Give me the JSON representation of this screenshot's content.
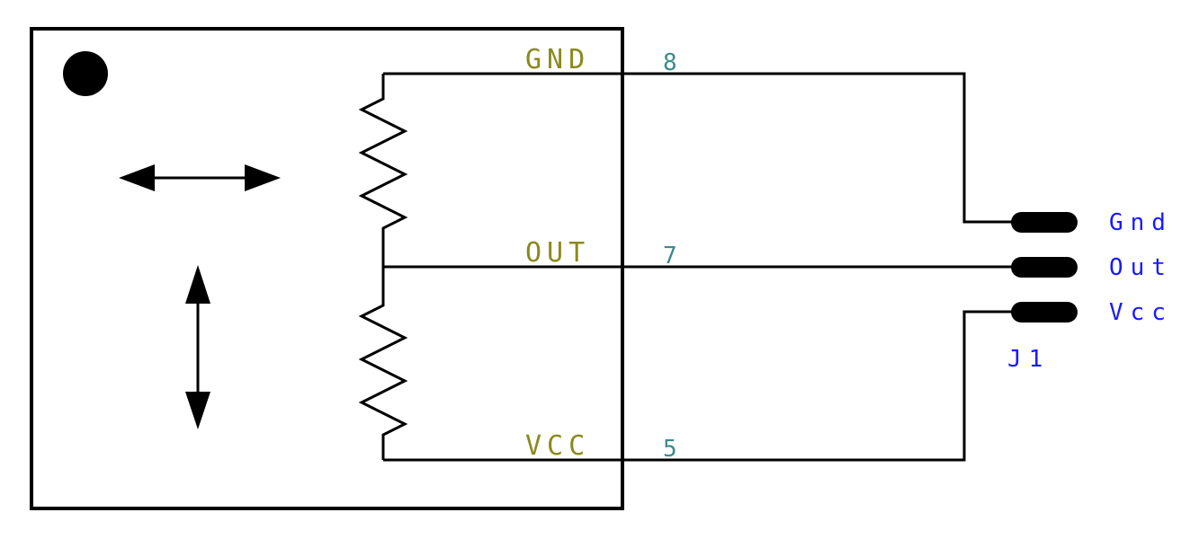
{
  "colors": {
    "wire": "#000000",
    "pin_name": "#8a8a1e",
    "pin_number": "#3b8a8a",
    "connector_label": "#1a1aff",
    "background": "#ffffff"
  },
  "component": {
    "pins": [
      {
        "name": "GND",
        "number": "8"
      },
      {
        "name": "OUT",
        "number": "7"
      },
      {
        "name": "VCC",
        "number": "5"
      }
    ],
    "icons": [
      "pin1-dot-icon",
      "horizontal-double-arrow-icon",
      "vertical-double-arrow-icon",
      "resistor-top-icon",
      "resistor-bottom-icon"
    ]
  },
  "connector": {
    "designator": "J1",
    "pins": [
      {
        "label": "Gnd"
      },
      {
        "label": "Out"
      },
      {
        "label": "Vcc"
      }
    ]
  }
}
